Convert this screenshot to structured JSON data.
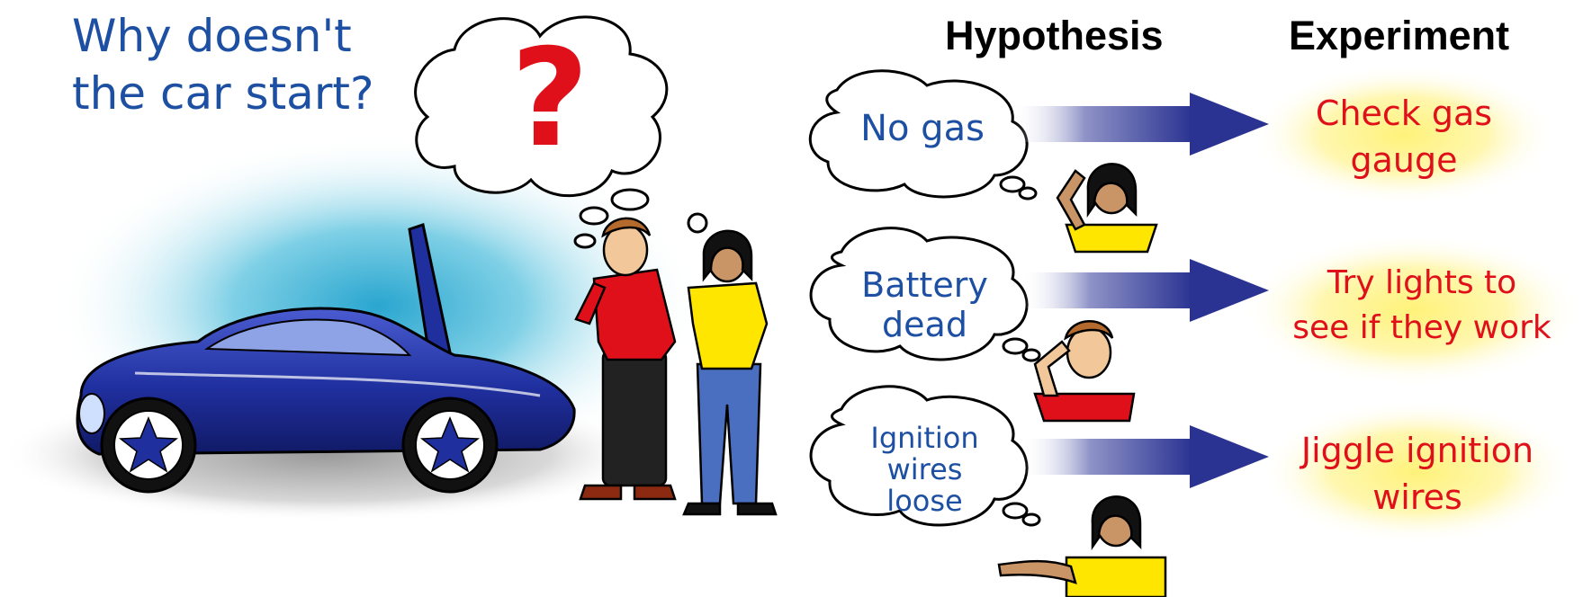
{
  "title": {
    "line1": "Why doesn't",
    "line2": "the car start?"
  },
  "thought_symbol": "?",
  "columns": {
    "hypothesis": "Hypothesis",
    "experiment": "Experiment"
  },
  "rows": [
    {
      "hypothesis": [
        "No gas"
      ],
      "experiment": [
        "Check gas",
        "gauge"
      ]
    },
    {
      "hypothesis": [
        "Battery",
        "dead"
      ],
      "experiment": [
        "Try lights to",
        "see if they work"
      ]
    },
    {
      "hypothesis": [
        "Ignition",
        "wires",
        "loose"
      ],
      "experiment": [
        "Jiggle ignition",
        "wires"
      ]
    }
  ],
  "colors": {
    "title_text": "#1d4fa3",
    "experiment_text": "#e0101b",
    "car_body": "#1f2f9e",
    "arrow": "#2a3392",
    "experiment_glow": "#fff27a",
    "man_shirt": "#e0101b",
    "woman_shirt": "#ffe600",
    "woman_jeans": "#4a6fc0"
  }
}
